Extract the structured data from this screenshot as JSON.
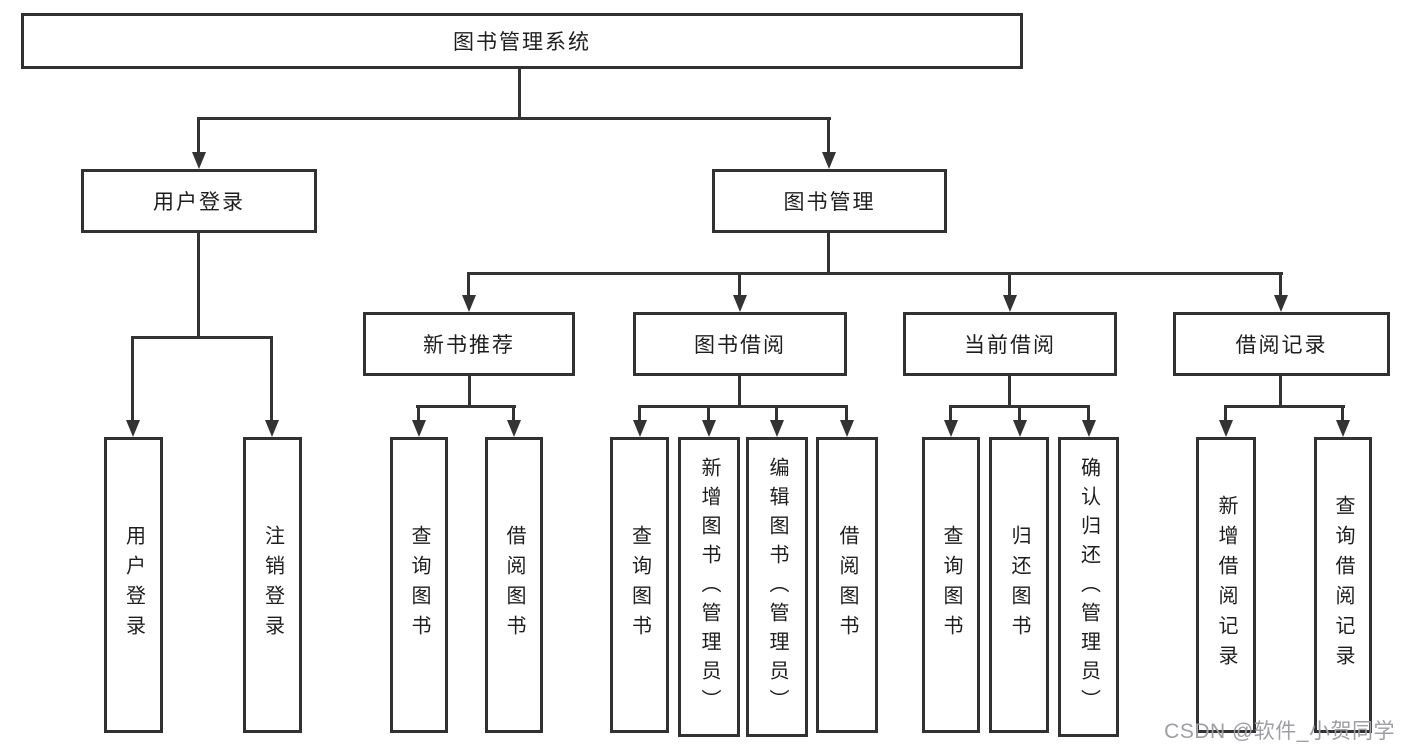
{
  "diagram": {
    "title": "图书管理系统",
    "level2": {
      "user_login": "用户登录",
      "book_mgmt": "图书管理"
    },
    "level3": {
      "new_book_rec": "新书推荐",
      "book_borrow": "图书借阅",
      "current_borrow": "当前借阅",
      "borrow_records": "借阅记录"
    },
    "leaves": {
      "user_login": [
        "用户登录",
        "注销登录"
      ],
      "new_book_rec": [
        "查询图书",
        "借阅图书"
      ],
      "book_borrow": [
        "查询图书",
        "新增图书（管理员）",
        "编辑图书（管理员）",
        "借阅图书"
      ],
      "current_borrow": [
        "查询图书",
        "归还图书",
        "确认归还（管理员）"
      ],
      "borrow_records": [
        "新增借阅记录",
        "查询借阅记录"
      ]
    }
  },
  "watermark": {
    "text": "CSDN @软件_小贺同学",
    "color": "#9e9ea4"
  }
}
